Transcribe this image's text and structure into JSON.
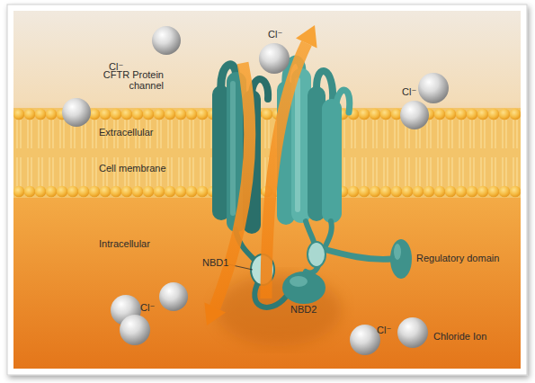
{
  "diagram": {
    "labels": [
      "Cl⁻",
      "Cl⁻",
      "Cl⁻",
      "CFTR Protein channel",
      "Extracellular",
      "Cell membrane",
      "Intracellular",
      "NBD1",
      "Regulatory domain",
      "Cl⁻",
      "NBD2",
      "Cl⁻",
      "Chloride Ion"
    ]
  }
}
